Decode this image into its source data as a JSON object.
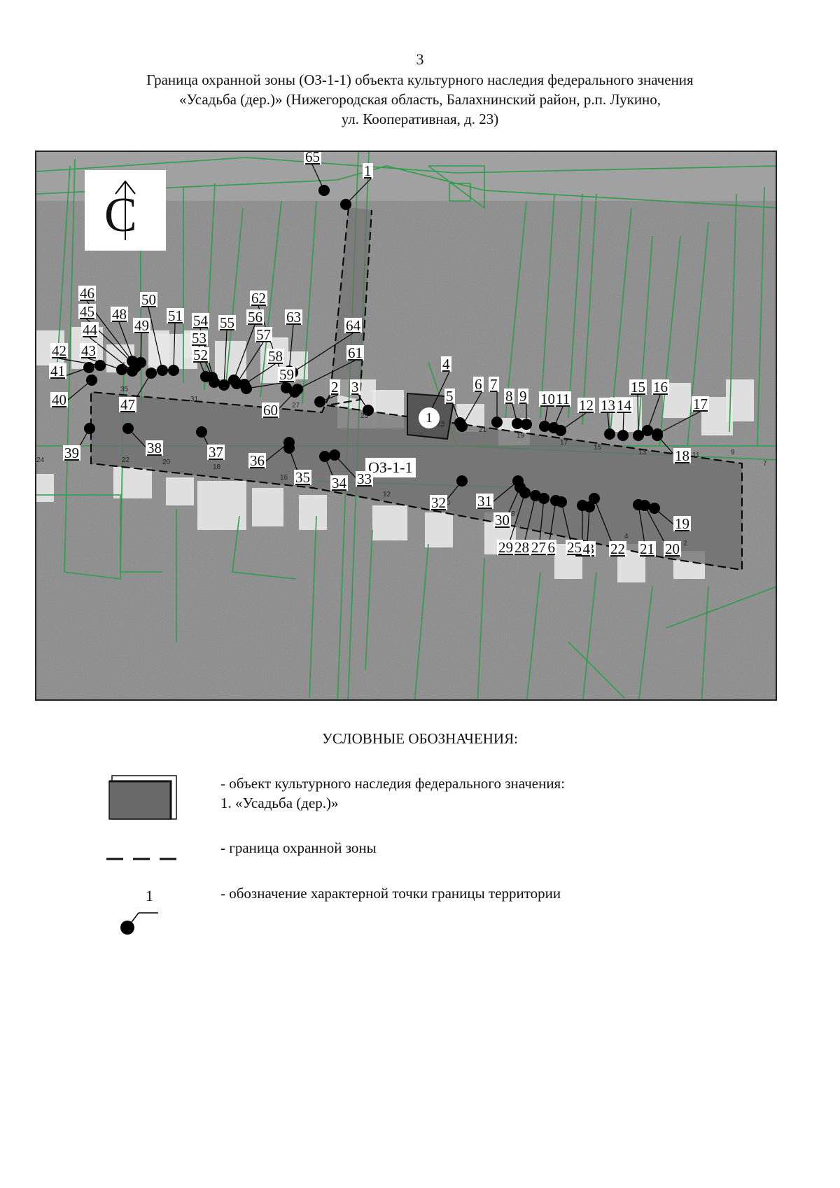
{
  "page_number": "3",
  "title_lines": [
    "Граница охранной зоны (ОЗ-1-1) объекта культурного наследия федерального значения",
    "«Усадьба (дер.)» (Нижегородская область, Балахнинский район, р.п. Лукино,",
    "ул. Кооперативная, д. 23)"
  ],
  "map": {
    "compass_letter": "С",
    "zone_label": "ОЗ-1-1",
    "object_number": "1",
    "colors": {
      "parcel_line": "#2e9e4a",
      "zone_fill": "#6e6e6e",
      "object_fill": "#555555",
      "point": "#000000",
      "building": "#e8e8e8"
    },
    "point_labels": [
      "1",
      "2",
      "3",
      "4",
      "5",
      "6",
      "7",
      "8",
      "9",
      "10",
      "11",
      "12",
      "13",
      "14",
      "15",
      "16",
      "17",
      "18",
      "19",
      "20",
      "21",
      "22",
      "23",
      "24",
      "25",
      "26",
      "27",
      "28",
      "29",
      "30",
      "31",
      "32",
      "33",
      "34",
      "35",
      "36",
      "37",
      "38",
      "39",
      "40",
      "41",
      "42",
      "43",
      "44",
      "45",
      "46",
      "47",
      "48",
      "49",
      "50",
      "51",
      "52",
      "53",
      "54",
      "55",
      "56",
      "57",
      "58",
      "59",
      "60",
      "61",
      "62",
      "63",
      "64",
      "65"
    ],
    "parcel_numbers": [
      "35",
      "31",
      "27",
      "25",
      "23",
      "21",
      "19",
      "17",
      "15",
      "13",
      "11",
      "9",
      "7",
      "24",
      "22",
      "20",
      "18",
      "16",
      "14",
      "12",
      "10",
      "8",
      "4",
      "2"
    ]
  },
  "legend": {
    "title": "УСЛОВНЫЕ ОБОЗНАЧЕНИЯ:",
    "object_line1": "- объект культурного наследия федерального значения:",
    "object_line2": "1. «Усадьба (дер.)»",
    "zone_boundary": "- граница охранной зоны",
    "point": "- обозначение характерной точки границы территории",
    "point_example": "1"
  }
}
